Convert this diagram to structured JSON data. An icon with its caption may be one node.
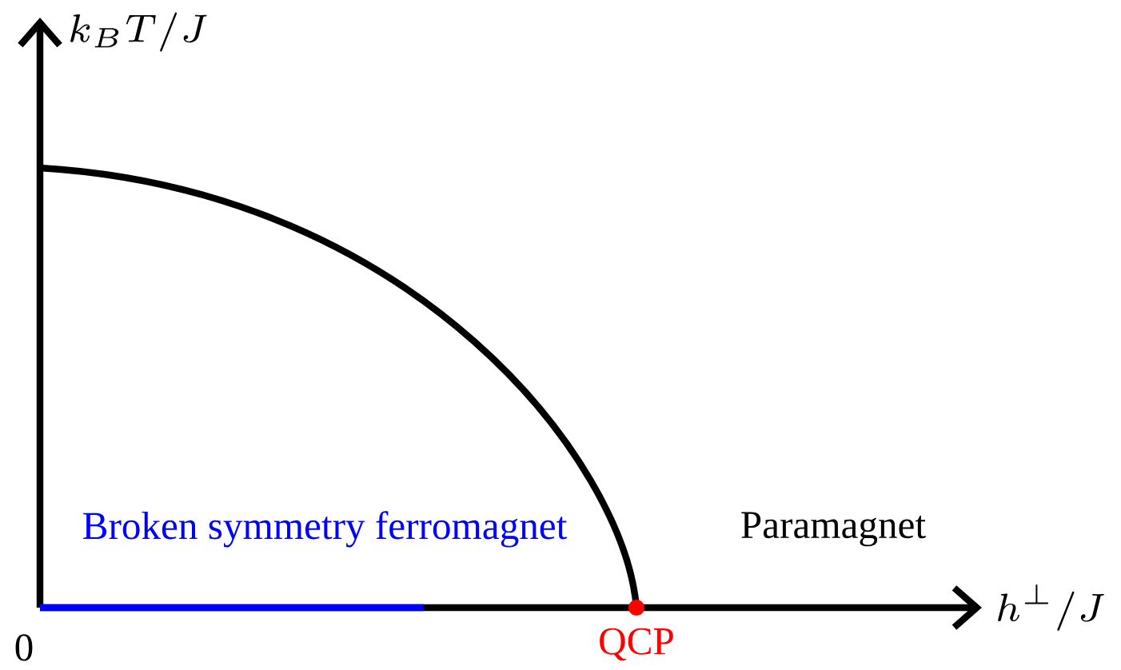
{
  "diagram": {
    "labels": [
      "k_BT/J",
      "h^\\perp/J",
      "0",
      "Broken symmetry ferromagnet",
      "Paramagnet",
      "QCP"
    ]
  }
}
